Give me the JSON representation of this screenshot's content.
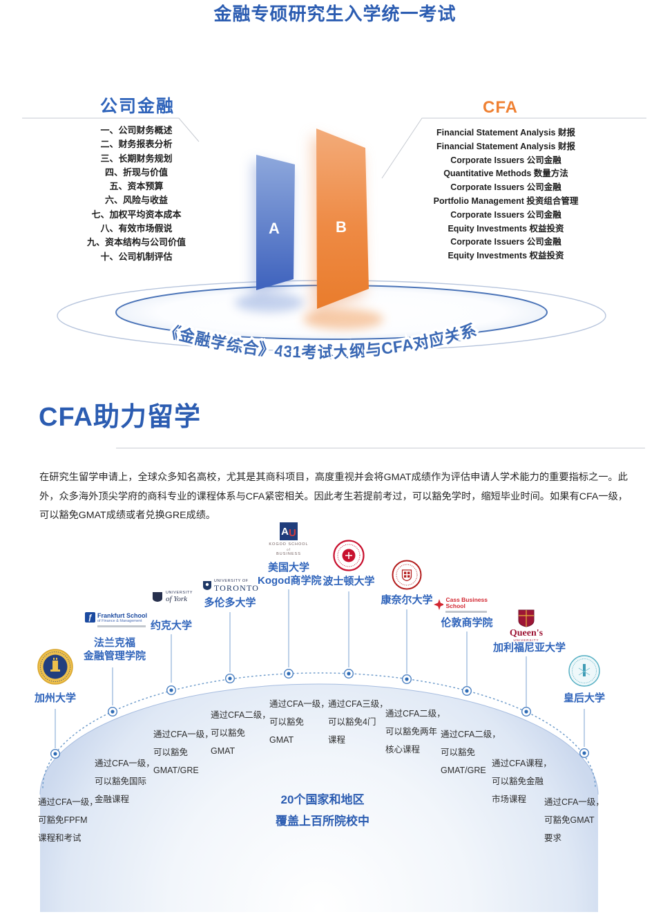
{
  "exam_section": {
    "title": "金融专硕研究生入学统一考试",
    "corporate_finance": {
      "heading": "公司金融",
      "items": [
        "一、公司财务概述",
        "二、财务报表分析",
        "三、长期财务规划",
        "四、折现与价值",
        "五、资本预算",
        "六、风险与收益",
        "七、加权平均资本成本",
        "八、有效市场假说",
        "九、资本结构与公司价值",
        "十、公司机制评估"
      ]
    },
    "cfa": {
      "heading": "CFA",
      "items": [
        "Financial Statement Analysis 财报",
        "Financial Statement Analysis 财报",
        "Corporate Issuers 公司金融",
        "Quantitative Methods 数量方法",
        "Corporate Issuers 公司金融",
        "Portfolio Management 投资组合管理",
        "Corporate Issuers 公司金融",
        "Equity Investments 权益投资",
        "Corporate Issuers 公司金融",
        "Equity Investments 权益投资"
      ]
    },
    "panel_a_label": "A",
    "panel_b_label": "B",
    "ellipse_caption": "《金融学综合》431考试大纲与CFA对应关系"
  },
  "study_abroad_section": {
    "heading": "CFA助力留学",
    "paragraph": "在研究生留学申请上，全球众多知名高校，尤其是其商科项目，高度重视并会将GMAT成绩作为评估申请人学术能力的重要指标之一。此外，众多海外顶尖学府的商科专业的课程体系与CFA紧密相关。因此考生若提前考过，可以豁免学时，缩短毕业时间。如果有CFA一级，可以豁免GMAT成绩或者兑换GRE成绩。",
    "center_caption_line1": "20个国家和地区",
    "center_caption_line2": "覆盖上百所院校中",
    "universities": [
      {
        "name": "加州大学",
        "note_lines": [
          "通过CFA一级，",
          "可豁免FPFM",
          "课程和考试"
        ]
      },
      {
        "name_line1": "法兰克福",
        "name_line2": "金融管理学院",
        "logo_line1": "Frankfurt School",
        "logo_line2": "of Finance & Management",
        "note_lines": [
          "通过CFA一级，",
          "可以豁免国际",
          "金融课程"
        ]
      },
      {
        "name": "约克大学",
        "logo_line1": "UNIVERSITY",
        "logo_line2": "of York",
        "note_lines": [
          "通过CFA一级，",
          "可以豁免",
          "GMAT/GRE"
        ]
      },
      {
        "name": "多伦多大学",
        "logo_line1": "UNIVERSITY OF",
        "logo_line2": "TORONTO",
        "note_lines": [
          "通过CFA二级，",
          "可以豁免",
          "GMAT"
        ]
      },
      {
        "name_line1": "美国大学",
        "name_line2": "Kogod商学院",
        "logo_letter_a": "A",
        "logo_letter_u": "U",
        "logo_line1": "KOGOD SCHOOL",
        "logo_line2": "of",
        "logo_line3": "BUSINESS",
        "note_lines": [
          "通过CFA一级，",
          "可以豁免",
          "GMAT"
        ]
      },
      {
        "name": "波士顿大学",
        "note_lines": [
          "通过CFA三级，",
          "可以豁免4门",
          "课程"
        ]
      },
      {
        "name": "康奈尔大学",
        "note_lines": [
          "通过CFA二级，",
          "可以豁免两年",
          "核心课程"
        ]
      },
      {
        "name": "伦敦商学院",
        "logo_line1": "Cass Business School",
        "note_lines": [
          "通过CFA二级，",
          "可以豁免",
          "GMAT/GRE"
        ]
      },
      {
        "name": "加利福尼亚大学",
        "logo_line1": "Queen's",
        "logo_line2": "UNIVERSITY",
        "note_lines": [
          "通过CFA课程，",
          "可以豁免金融",
          "市场课程"
        ]
      },
      {
        "name": "皇后大学",
        "note_lines": [
          "通过CFA一级，",
          "可豁免GMAT",
          "要求"
        ]
      }
    ]
  }
}
